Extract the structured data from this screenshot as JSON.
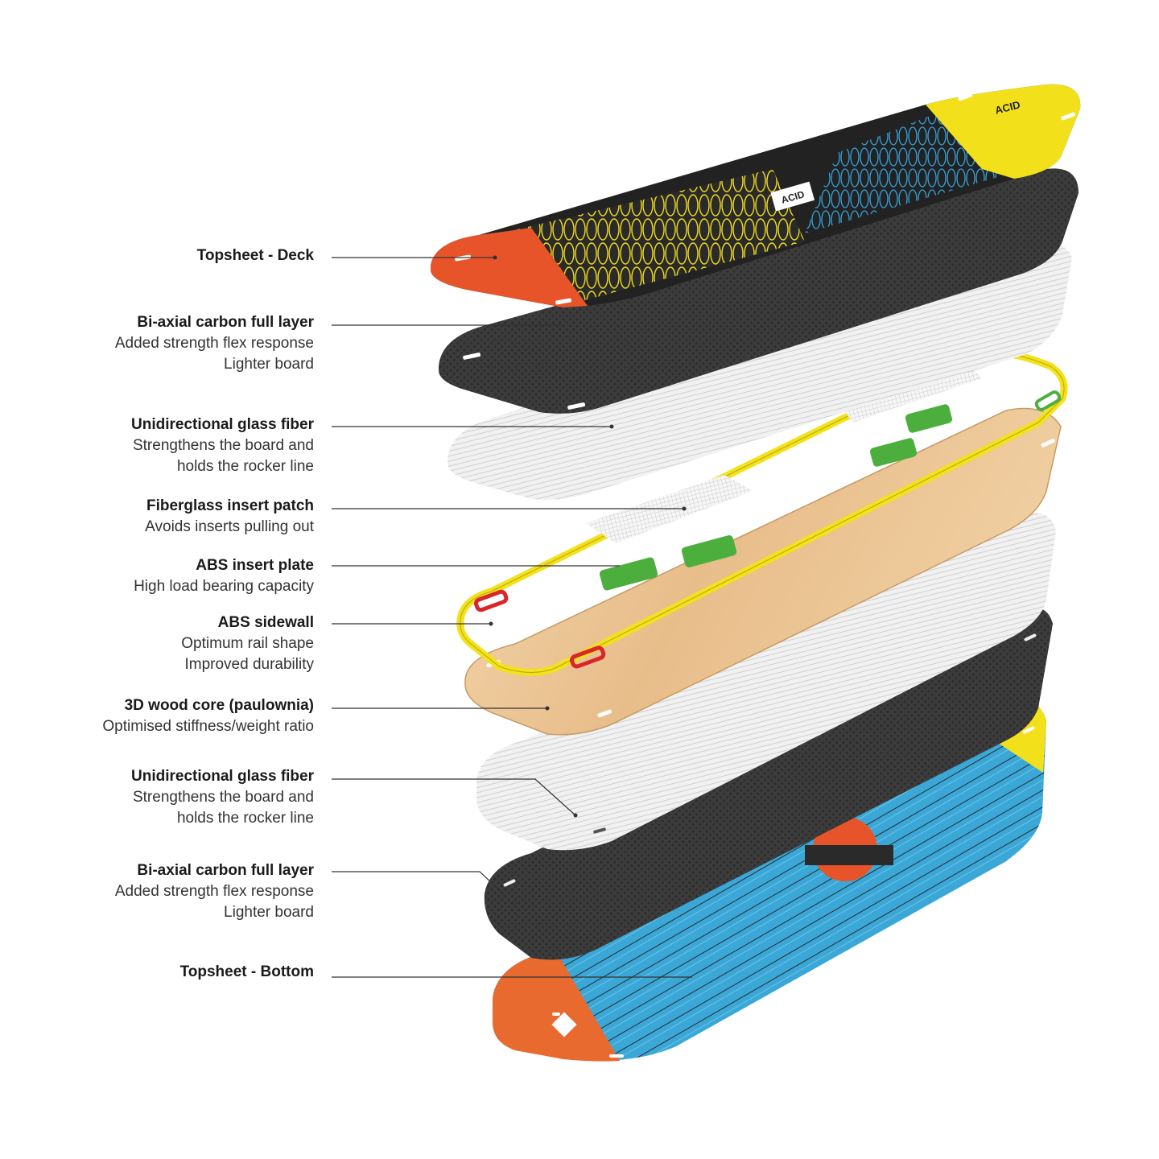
{
  "labels": [
    {
      "title": "Topsheet - Deck",
      "lines": []
    },
    {
      "title": "Bi-axial carbon full layer",
      "lines": [
        "Added strength flex response",
        "Lighter board"
      ]
    },
    {
      "title": "Unidirectional glass fiber",
      "lines": [
        "Strengthens the board and",
        "holds the rocker line"
      ]
    },
    {
      "title": "Fiberglass insert patch",
      "lines": [
        "Avoids inserts pulling out"
      ]
    },
    {
      "title": "ABS insert plate",
      "lines": [
        "High load bearing capacity"
      ]
    },
    {
      "title": "ABS sidewall",
      "lines": [
        "Optimum rail shape",
        "Improved durability"
      ]
    },
    {
      "title": "3D wood core (paulownia)",
      "lines": [
        "Optimised stiffness/weight ratio"
      ]
    },
    {
      "title": "Unidirectional glass fiber",
      "lines": [
        "Strengthens the board and",
        "holds the rocker line"
      ]
    },
    {
      "title": "Bi-axial carbon full layer",
      "lines": [
        "Added strength flex response",
        "Lighter board"
      ]
    },
    {
      "title": "Topsheet - Bottom",
      "lines": []
    }
  ],
  "board_text": {
    "deck_brand": "ACID",
    "center_logo": "ACID"
  },
  "colors": {
    "deck_orange": "#e8542a",
    "deck_yellow": "#f2e01a",
    "carbon": "#3a3a3a",
    "glass": "#e9e9e9",
    "wood": "#ebc596",
    "sidewall": "#f3e21b",
    "insert_green": "#4caf3d",
    "insert_red": "#d9262c",
    "bottom_blue": "#3aa7d6"
  }
}
